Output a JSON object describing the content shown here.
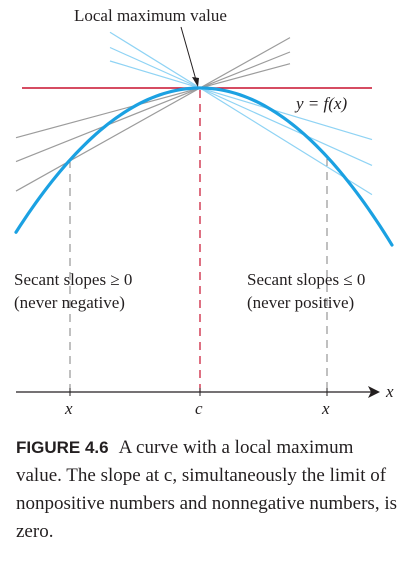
{
  "figure": {
    "top_label": "Local maximum value",
    "curve_label": "y = f(x)",
    "left_text_line1": "Secant slopes ≥ 0",
    "left_text_line2": "(never negative)",
    "right_text_line1": "Secant slopes ≤ 0",
    "right_text_line2": "(never positive)",
    "x_tick_left": "x",
    "x_tick_center": "c",
    "x_tick_right": "x",
    "axis_label": "x",
    "colors": {
      "curve": "#1ba1e2",
      "tangent": "#c8102e",
      "dashed": "#c8102e",
      "secant_left": "#9c9c9c",
      "secant_right": "#8fd3f4",
      "axis": "#231f20"
    }
  },
  "caption": {
    "figure_id": "FIGURE 4.6",
    "text": "A curve with a local maximum value. The slope at c, simultaneously the limit of nonpositive numbers and nonnegative numbers, is zero."
  }
}
